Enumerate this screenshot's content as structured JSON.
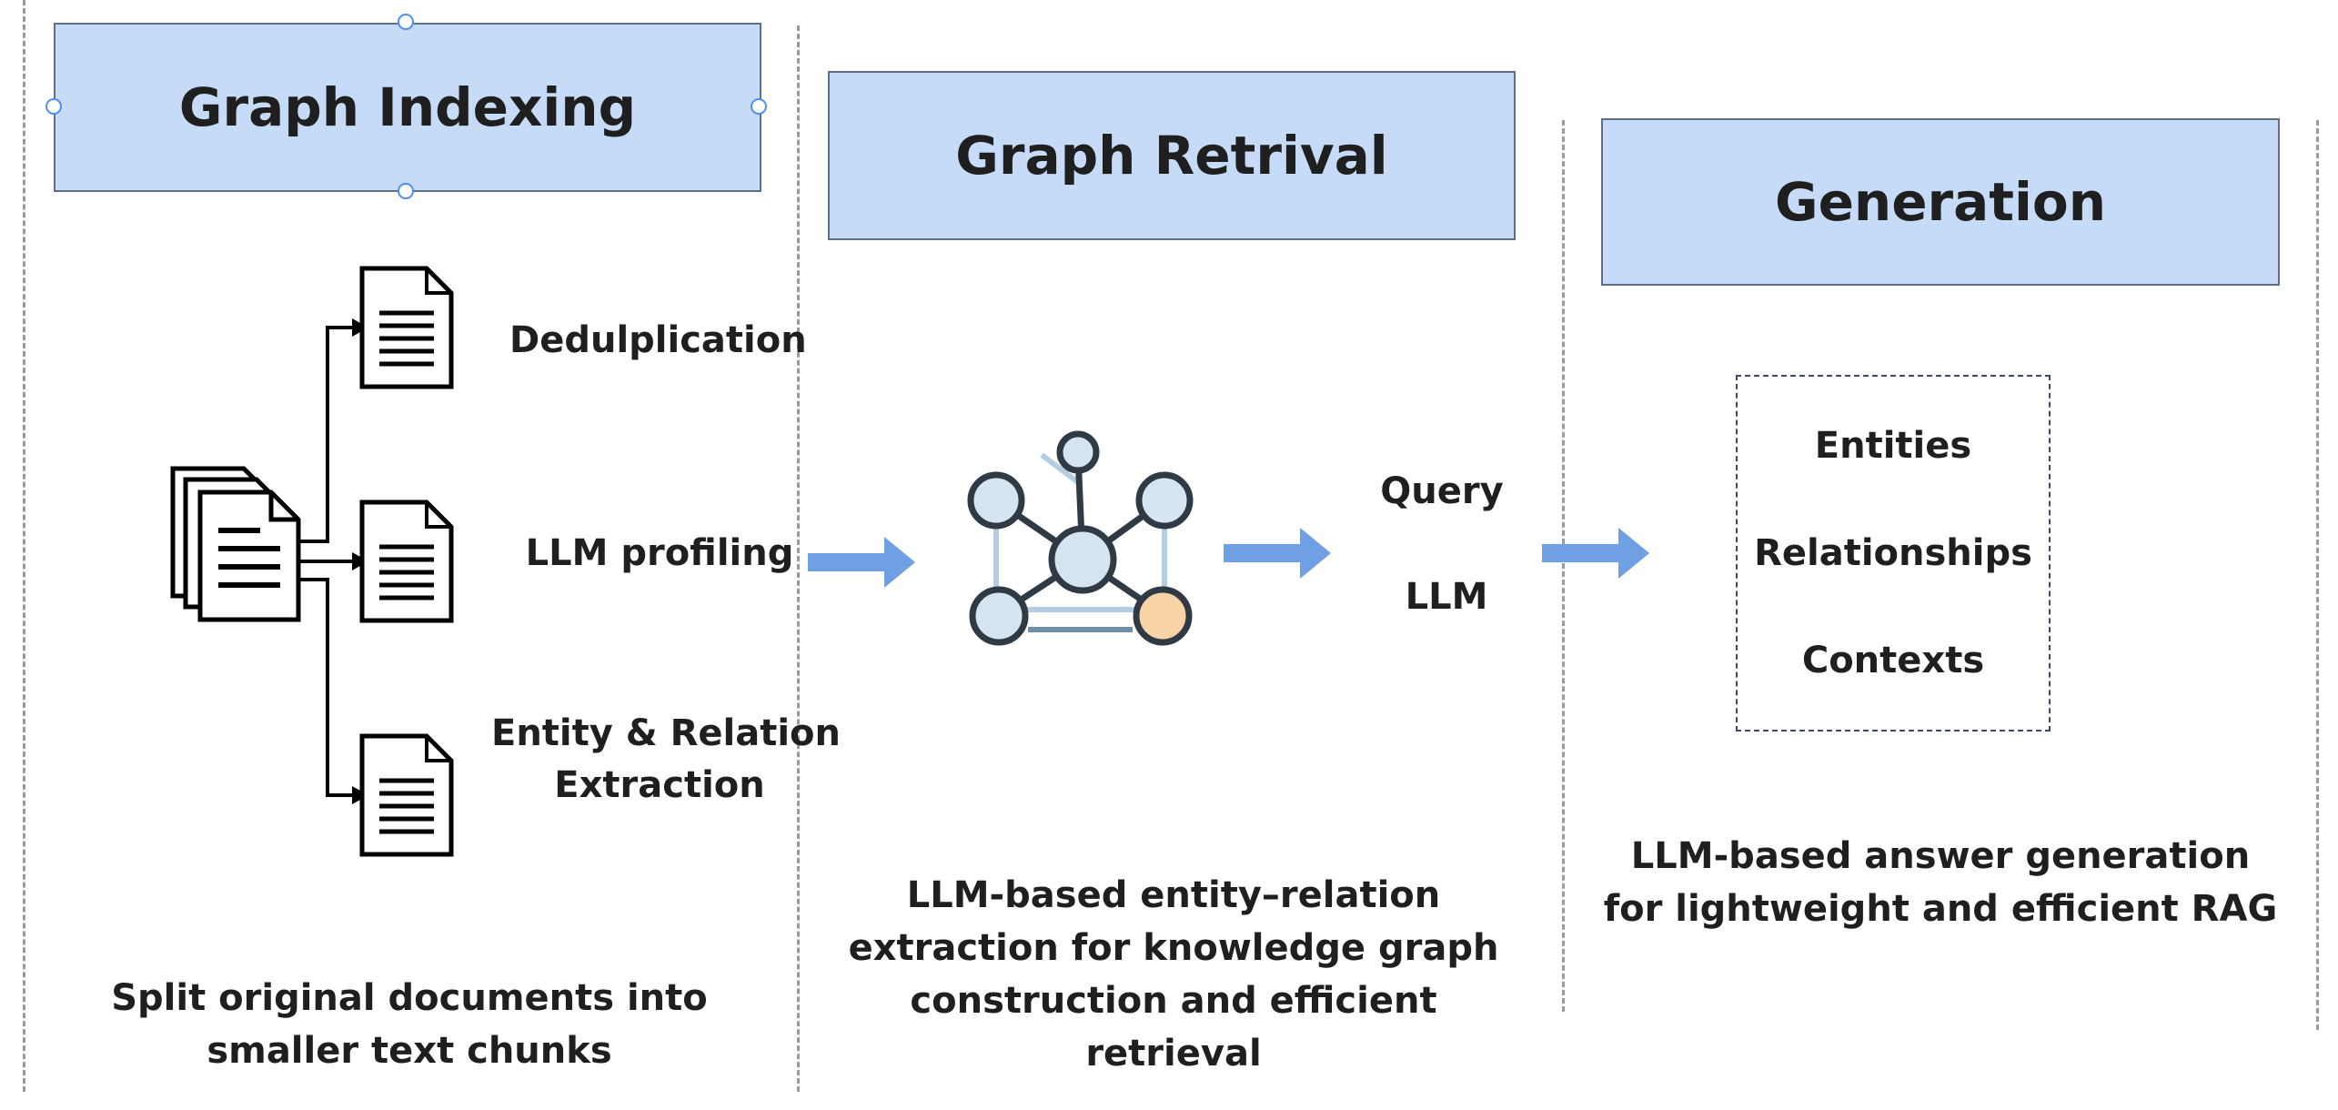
{
  "headers": {
    "indexing": "Graph Indexing",
    "retrieval": "Graph Retrival",
    "generation": "Generation"
  },
  "indexing": {
    "steps": [
      "Dedulplication",
      "LLM profiling",
      "Entity & Relation",
      "Extraction"
    ],
    "caption_lines": [
      "Split original documents into",
      "smaller text chunks"
    ]
  },
  "retrieval": {
    "inputs": [
      "Query",
      "LLM"
    ],
    "caption_lines": [
      "LLM-based entity–relation",
      "extraction for knowledge graph",
      "construction and efficient retrieval"
    ]
  },
  "generation": {
    "context_items": [
      "Entities",
      "Relationships",
      "Contexts"
    ],
    "caption_lines": [
      "LLM-based answer generation",
      "for lightweight and efficient RAG"
    ]
  },
  "colors": {
    "header_fill": "#c6dbf8",
    "arrow": "#6fa0e3",
    "node_fill": "#d6e4ef",
    "node_highlight": "#f8d3a6",
    "outline": "#2f3a45"
  },
  "icons": [
    "document-stack-icon",
    "document-icon",
    "arrow-right-icon",
    "knowledge-graph-icon"
  ]
}
